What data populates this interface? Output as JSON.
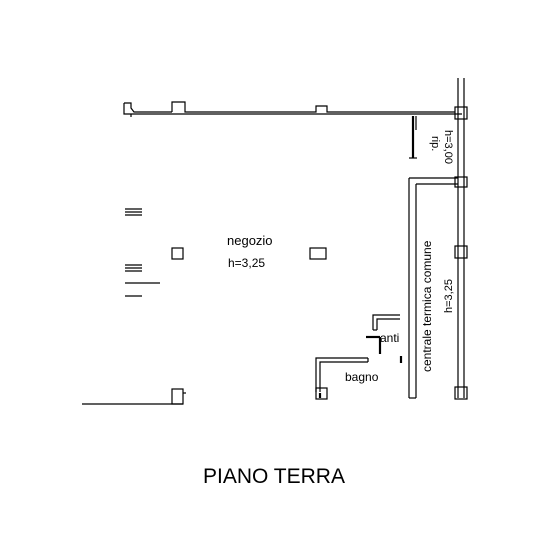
{
  "title": "PIANO TERRA",
  "rooms": {
    "shop": {
      "name": "negozio",
      "height": "h=3,25"
    },
    "storage": {
      "name": "rip.",
      "height": "h=3,00"
    },
    "plant_room": {
      "name": "centrale termica comune",
      "height": "h=3,25"
    },
    "antibagno": {
      "name": "anti"
    },
    "bathroom": {
      "name": "bagno"
    }
  }
}
